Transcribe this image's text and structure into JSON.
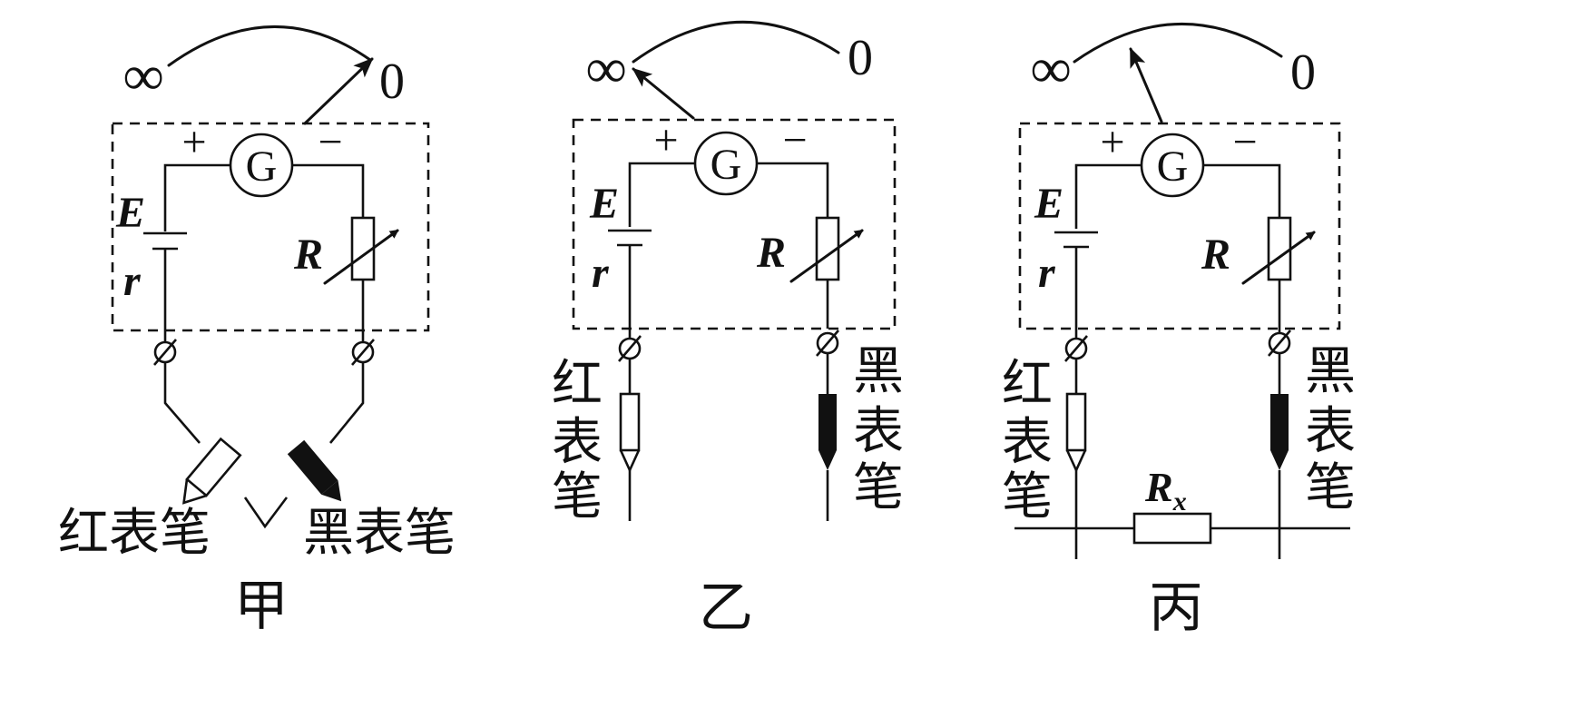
{
  "panels": [
    {
      "caption": "甲",
      "scale": {
        "infinity": "∞",
        "zero": "0"
      },
      "meter": "G",
      "terminals": {
        "plus": "+",
        "minus": "−"
      },
      "battery": {
        "emf": "E",
        "internal": "r"
      },
      "rheostat": "R",
      "red_probe": "红表笔",
      "black_probe": "黑表笔",
      "needle_points_to": "0"
    },
    {
      "caption": "乙",
      "scale": {
        "infinity": "∞",
        "zero": "0"
      },
      "meter": "G",
      "terminals": {
        "plus": "+",
        "minus": "−"
      },
      "battery": {
        "emf": "E",
        "internal": "r"
      },
      "rheostat": "R",
      "red_probe": "红表笔",
      "black_probe": "黑表笔",
      "needle_points_to": "∞"
    },
    {
      "caption": "丙",
      "scale": {
        "infinity": "∞",
        "zero": "0"
      },
      "meter": "G",
      "terminals": {
        "plus": "+",
        "minus": "−"
      },
      "battery": {
        "emf": "E",
        "internal": "r"
      },
      "rheostat": "R",
      "red_probe": "红表笔",
      "black_probe": "黑表笔",
      "external_resistor": {
        "symbol": "R",
        "subscript": "x"
      },
      "needle_points_to": "middle"
    }
  ]
}
